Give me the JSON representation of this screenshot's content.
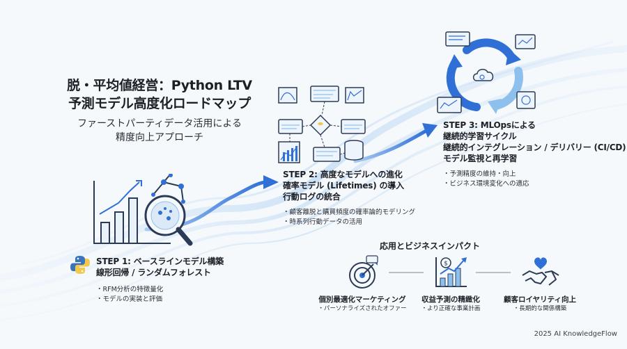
{
  "title": {
    "line1": "脱・平均値経営：Python LTV",
    "line2": "予測モデル高度化ロードマップ",
    "sub1": "ファーストパーティデータ活用による",
    "sub2": "精度向上アプローチ"
  },
  "step1": {
    "line1": "STEP 1: ベースラインモデル構築",
    "line2": "線形回帰 / ランダムフォレスト",
    "bullets": [
      "RFM分析の特徴量化",
      "モデルの実装と評価"
    ]
  },
  "step2": {
    "line1": "STEP 2: 高度なモデルへの進化",
    "line2": "確率モデル (Lifetimes) の導入",
    "line3": "行動ログの統合",
    "bullets": [
      "顧客離脱と購買頻度の確率論的モデリング",
      "時系列行動データの活用"
    ]
  },
  "step3": {
    "line1": "STEP 3: MLOpsによる",
    "line2": "継続的学習サイクル",
    "line3": "継続的インテグレーション / デリバリー (CI/CD)",
    "line4": "モデル監視と再学習",
    "bullets": [
      "予測精度の維持・向上",
      "ビジネス環境変化への適応"
    ]
  },
  "impact": {
    "title": "応用とビジネスインパクト",
    "items": [
      {
        "title": "個別最適化マーケティング",
        "sub": "パーソナライズされたオファー",
        "icon": "target-icon"
      },
      {
        "title": "収益予測の精緻化",
        "sub": "より正確な事業計画",
        "icon": "revenue-chart-icon"
      },
      {
        "title": "顧客ロイヤリティ向上",
        "sub": "長期的な関係構築",
        "icon": "handshake-icon"
      }
    ]
  },
  "footer": "2025 AI KnowledgeFlow",
  "colors": {
    "accent": "#2f6fd6",
    "light_blue": "#8ec0ee",
    "python_blue": "#3b74b8",
    "python_yellow": "#f2c94c",
    "ink": "#1c1f26"
  }
}
